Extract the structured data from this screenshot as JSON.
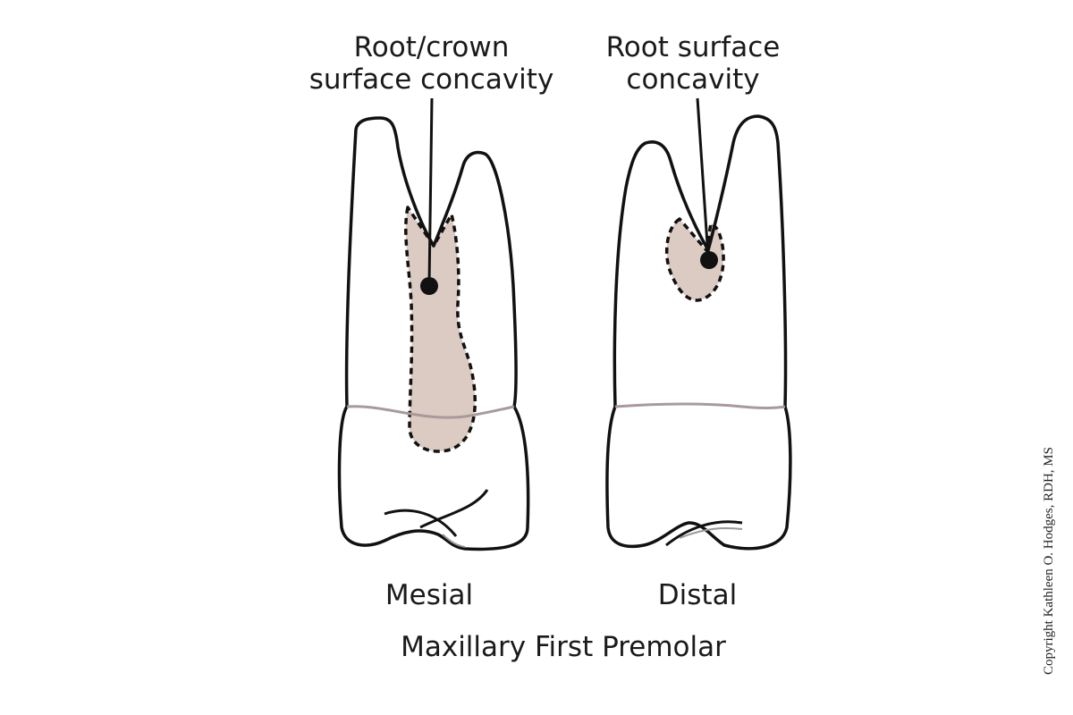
{
  "labels": {
    "mesial_callout": "Root/crown surface concavity",
    "mesial_callout_line1": "Root/crown",
    "mesial_callout_line2": "surface concavity",
    "distal_callout_line1": "Root surface",
    "distal_callout_line2": "concavity",
    "mesial_view": "Mesial",
    "distal_view": "Distal",
    "title": "Maxillary First Premolar"
  },
  "copyright": "Copyright Kathleen O. Hodges, RDH, MS",
  "colors": {
    "outline": "#111111",
    "concavity_fill": "#dccbc3",
    "cej_line": "#a89a9a"
  }
}
